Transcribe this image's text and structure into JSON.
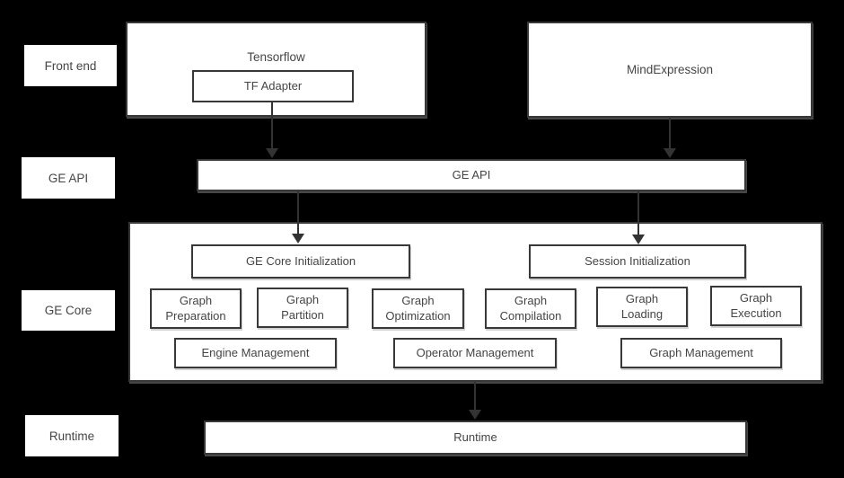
{
  "diagram": {
    "row_labels": [
      {
        "label": "Front end"
      },
      {
        "label": "GE API"
      },
      {
        "label": "GE Core"
      },
      {
        "label": "Runtime"
      }
    ],
    "front_end": {
      "tensorflow": {
        "label": "Tensorflow",
        "adapter_label": "TF Adapter"
      },
      "mindexpression": {
        "label": "MindExpression"
      }
    },
    "ge_api": {
      "label": "GE API"
    },
    "ge_core": {
      "init": [
        {
          "label": "GE Core Initialization"
        },
        {
          "label": "Session Initialization"
        }
      ],
      "modules": [
        {
          "line1": "Graph",
          "line2": "Preparation"
        },
        {
          "line1": "Graph",
          "line2": "Partition"
        },
        {
          "line1": "Graph",
          "line2": "Optimization"
        },
        {
          "line1": "Graph",
          "line2": "Compilation"
        },
        {
          "line1": "Graph",
          "line2": "Loading"
        },
        {
          "line1": "Graph",
          "line2": "Execution"
        }
      ],
      "management": [
        {
          "label": "Engine Management"
        },
        {
          "label": "Operator Management"
        },
        {
          "label": "Graph Management"
        }
      ]
    },
    "runtime": {
      "label": "Runtime"
    },
    "arrows": [
      {
        "from": "TF Adapter",
        "to": "GE API"
      },
      {
        "from": "MindExpression",
        "to": "GE API"
      },
      {
        "from": "GE API",
        "to": "GE Core Initialization"
      },
      {
        "from": "GE API",
        "to": "Session Initialization"
      },
      {
        "from": "GE Core",
        "to": "Runtime"
      }
    ],
    "colors": {
      "background": "#000000",
      "box_fill": "#ffffff",
      "box_border": "#383838",
      "text": "#454545",
      "arrow": "#333333"
    }
  }
}
